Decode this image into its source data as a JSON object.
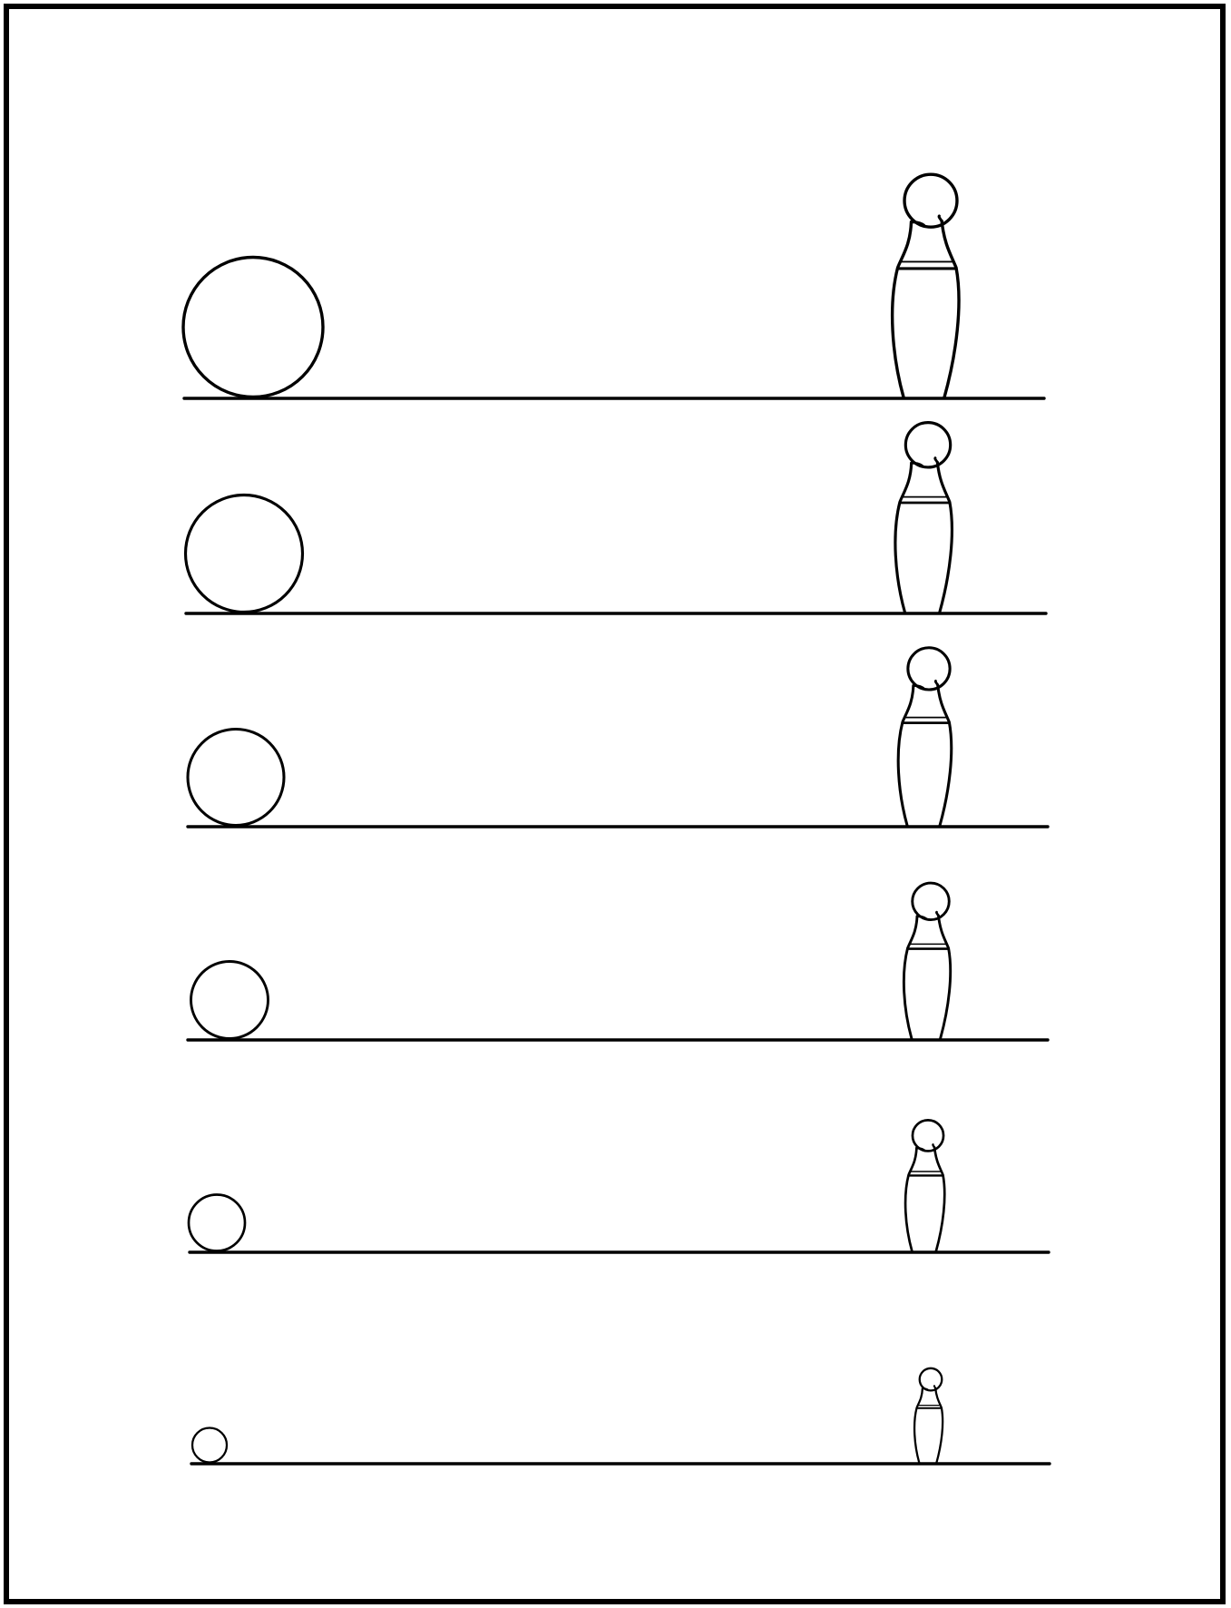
{
  "figure": {
    "ink_color": "#000000",
    "background_color": "#ffffff",
    "row_count": 6,
    "rows": [
      {
        "row": 1,
        "ball": "ball-circle",
        "pin": "bowling-pin",
        "ground": "ground-line",
        "relative_scale": 1.0
      },
      {
        "row": 2,
        "ball": "ball-circle",
        "pin": "bowling-pin",
        "ground": "ground-line",
        "relative_scale": 0.85
      },
      {
        "row": 3,
        "ball": "ball-circle",
        "pin": "bowling-pin",
        "ground": "ground-line",
        "relative_scale": 0.7
      },
      {
        "row": 4,
        "ball": "ball-circle",
        "pin": "bowling-pin",
        "ground": "ground-line",
        "relative_scale": 0.55
      },
      {
        "row": 5,
        "ball": "ball-circle",
        "pin": "bowling-pin",
        "ground": "ground-line",
        "relative_scale": 0.4
      },
      {
        "row": 6,
        "ball": "ball-circle",
        "pin": "bowling-pin",
        "ground": "ground-line",
        "relative_scale": 0.25
      }
    ]
  }
}
